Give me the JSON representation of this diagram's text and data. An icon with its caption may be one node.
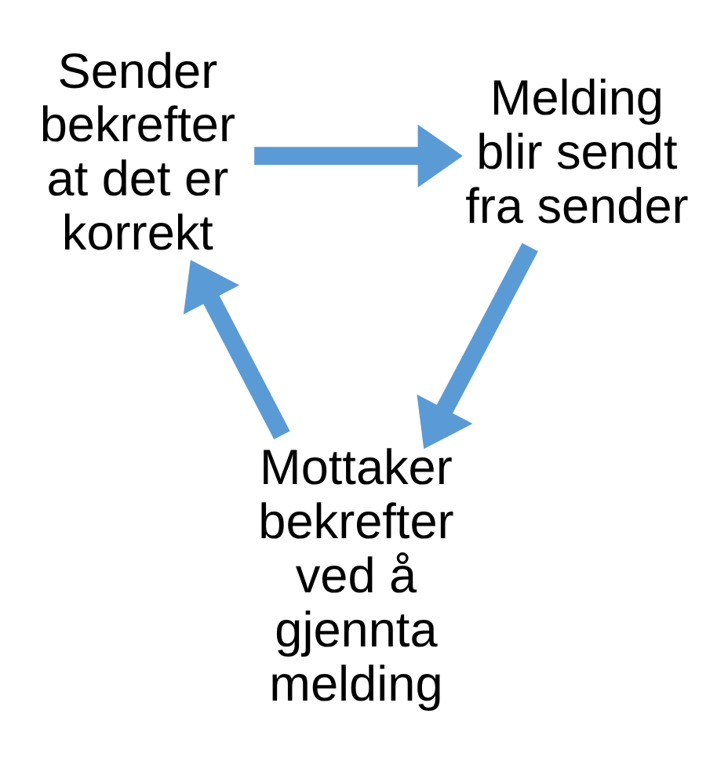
{
  "diagram": {
    "nodes": [
      {
        "text": [
          "Sender bekrefter at det er korrekt"
        ]
      },
      {
        "text": [
          "Melding blir sendt fra sender"
        ]
      },
      {
        "text": [
          "Mottaker bekrefter ved å gjennta melding"
        ]
      }
    ],
    "edges": [
      {
        "from": 0,
        "to": 1,
        "arrow": "to"
      },
      {
        "from": 1,
        "to": 2,
        "arrow": "to"
      },
      {
        "from": 2,
        "to": 0,
        "arrow": "to"
      }
    ]
  }
}
